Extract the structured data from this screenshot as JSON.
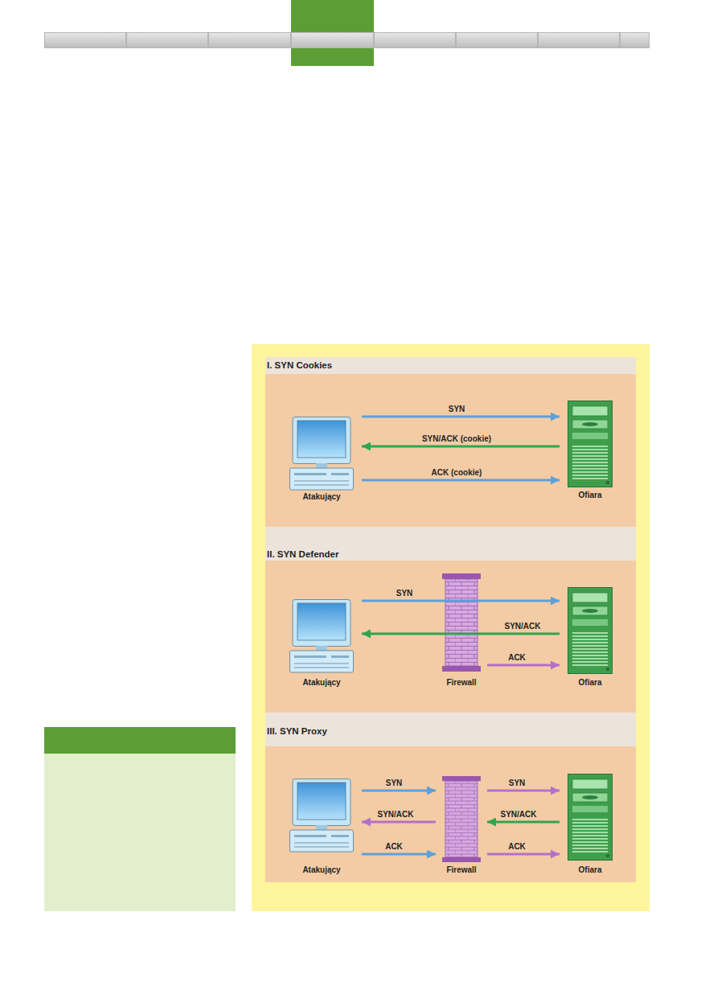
{
  "diagram": {
    "nodes": [
      {
        "text": [
          "I. SYN Cookies"
        ]
      },
      {
        "text": [
          "Atakujący"
        ],
        "in": 0
      },
      {
        "text": [
          "Ofiara"
        ],
        "in": 0
      },
      {
        "text": [
          "II. SYN Defender"
        ]
      },
      {
        "text": [
          "Atakujący"
        ],
        "in": 3
      },
      {
        "text": [
          "Firewall"
        ],
        "in": 3
      },
      {
        "text": [
          "Ofiara"
        ],
        "in": 3
      },
      {
        "text": [
          "III. SYN Proxy"
        ]
      },
      {
        "text": [
          "Atakujący"
        ],
        "in": 7
      },
      {
        "text": [
          "Firewall"
        ],
        "in": 7
      },
      {
        "text": [
          "Ofiara"
        ],
        "in": 7
      }
    ],
    "edges": [
      {
        "from": 1,
        "to": 2,
        "arrow": "to",
        "label": "SYN"
      },
      {
        "from": 2,
        "to": 1,
        "arrow": "to",
        "label": "SYN/ACK (cookie)"
      },
      {
        "from": 1,
        "to": 2,
        "arrow": "to",
        "label": "ACK (cookie)"
      },
      {
        "from": 4,
        "to": 6,
        "arrow": "to",
        "label": "SYN"
      },
      {
        "from": 6,
        "to": 4,
        "arrow": "to",
        "label": "SYN/ACK"
      },
      {
        "from": 5,
        "to": 6,
        "arrow": "to",
        "label": "ACK"
      },
      {
        "from": 8,
        "to": 9,
        "arrow": "to",
        "label": "SYN"
      },
      {
        "from": 9,
        "to": 10,
        "arrow": "to",
        "label": "SYN"
      },
      {
        "from": 9,
        "to": 8,
        "arrow": "to",
        "label": "SYN/ACK"
      },
      {
        "from": 10,
        "to": 9,
        "arrow": "to",
        "label": "SYN/ACK"
      },
      {
        "from": 8,
        "to": 9,
        "arrow": "to",
        "label": "ACK"
      },
      {
        "from": 9,
        "to": 10,
        "arrow": "to",
        "label": "ACK"
      }
    ]
  }
}
